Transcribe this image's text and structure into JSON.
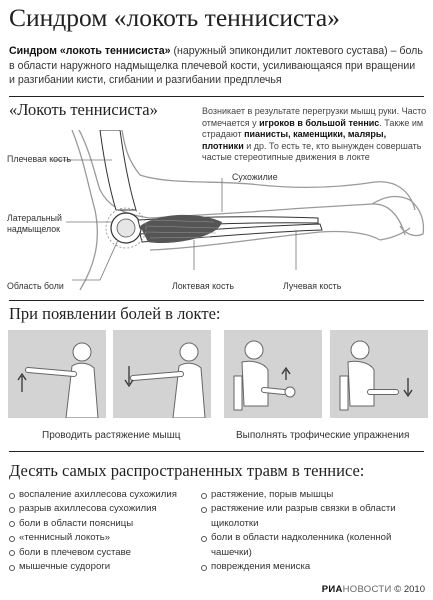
{
  "title": "Синдром «локоть теннисиста»",
  "intro": {
    "bold": "Синдром «локоть теннисиста»",
    "paren": " (наружный эпикондилит локтевого сустава) – ",
    "rest": "боль в области наружного надмыщелка плечевой кости, усиливающаяся при вращении и разгибании кисти, сгибании и разгибании предплечья"
  },
  "section1_title": "«Локоть теннисиста»",
  "note": {
    "p1": "Возникает в результате перегрузки мышц руки. Часто отмечается у ",
    "b1": "игроков в большой теннис",
    "p2": ". Также им страдают ",
    "b2": "пианисты, каменщики, маляры, плотники",
    "p3": " и др. То есть те, кто вынужден совершать частые стереотипные движения в локте"
  },
  "anatomy": {
    "humerus": "Плечевая кость",
    "epicondyle_1": "Латеральный",
    "epicondyle_2": "надмыщелок",
    "pain_area": "Область боли",
    "tendon": "Сухожилие",
    "ulna": "Локтевая кость",
    "radius": "Лучевая кость"
  },
  "section2_title": "При появлении болей в локте:",
  "exercises": {
    "stretch": "Проводить растяжение мышц",
    "trophic": "Выполнять трофические упражнения"
  },
  "section3_title": "Десять самых распространенных травм в теннисе:",
  "injuries_left": [
    "воспаление ахиллесова сухожилия",
    "разрыв ахиллесова сухожилия",
    "боли в области поясницы",
    "«теннисный локоть»",
    "боли в плечевом суставе",
    "мышечные судороги"
  ],
  "injuries_right": [
    "растяжение, порыв мышцы",
    "растяжение или разрыв связки в области",
    "щиколотки",
    "боли в области надколенника (коленной",
    "чашечки)",
    "повреждения мениска"
  ],
  "footer": {
    "logo_a": "РИА",
    "logo_b": "НОВОСТИ",
    "copy": "© 2010"
  },
  "colors": {
    "skin_line": "#9a9a9a",
    "bone": "#ffffff",
    "muscle": "#555555",
    "panel_bg": "#d3d3d3"
  }
}
